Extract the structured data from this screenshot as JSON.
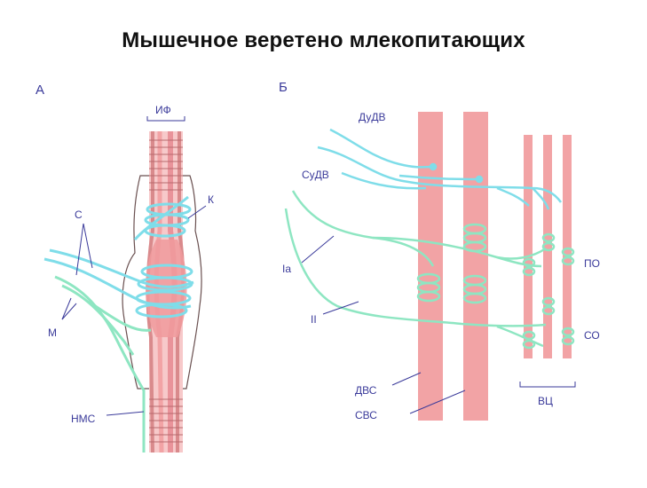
{
  "title": "Мышечное веретено млекопитающих",
  "panel_a": {
    "letter": "А",
    "labels": {
      "if": "ИФ",
      "c": "С",
      "k": "К",
      "m": "М",
      "nms": "НМС"
    }
  },
  "panel_b": {
    "letter": "Б",
    "labels": {
      "dudv": "ДуДВ",
      "sudv": "СуДВ",
      "ia": "Iа",
      "ii": "II",
      "po": "ПО",
      "so": "СО",
      "dvs": "ДВС",
      "svs": "СВС",
      "vc": "ВЦ"
    }
  },
  "colors": {
    "fiber": "#f2a3a5",
    "fiber_light": "#f7c9ca",
    "motor": "#7fdde9",
    "sensory": "#8ee6c2",
    "label": "#3a3a9a",
    "title": "#111111"
  }
}
